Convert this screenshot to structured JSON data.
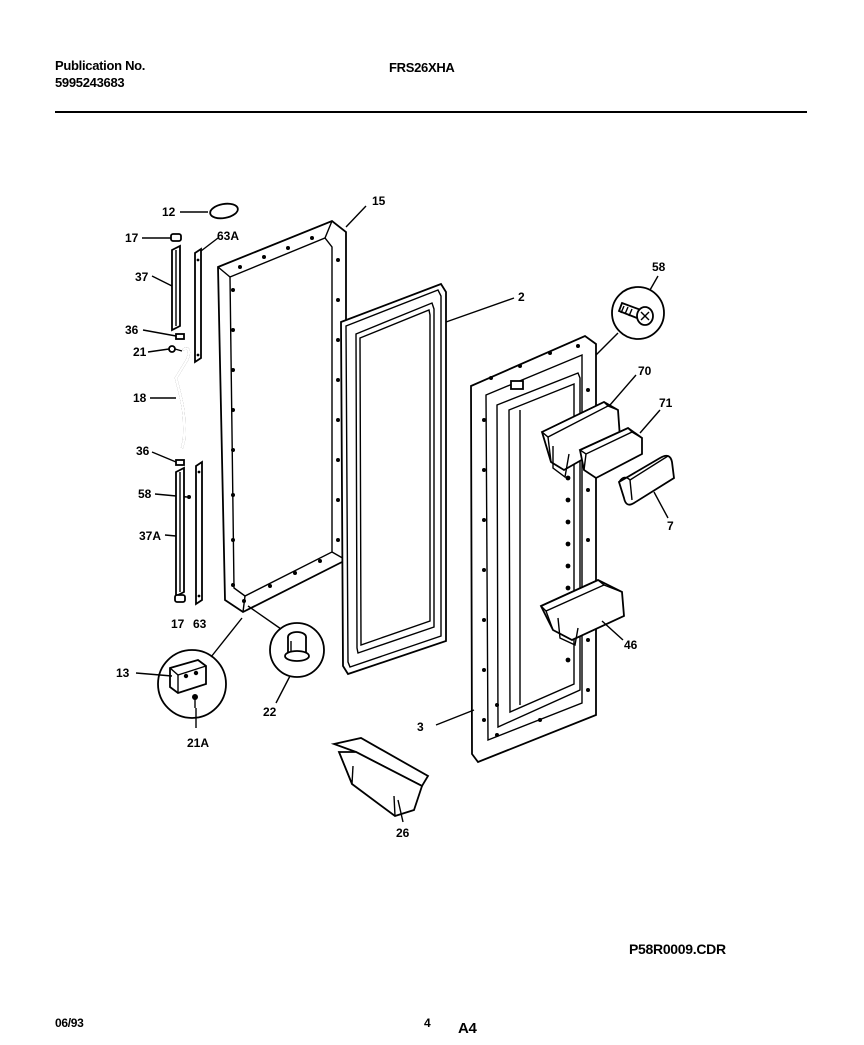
{
  "header": {
    "publication_label": "Publication No.",
    "publication_number": "5995243683",
    "model": "FRS26XHA"
  },
  "footer": {
    "date": "06/93",
    "page": "4",
    "section": "A4",
    "drawing_file": "P58R0009.CDR"
  },
  "callouts": {
    "c12": "12",
    "c15": "15",
    "c17a": "17",
    "c63a": "63A",
    "c37": "37",
    "c36a": "36",
    "c21": "21",
    "c18": "18",
    "c36b": "36",
    "c58a": "58",
    "c37a": "37A",
    "c17b": "17",
    "c63": "63",
    "c13": "13",
    "c21a": "21A",
    "c22": "22",
    "c2": "2",
    "c58b": "58",
    "c70": "70",
    "c71": "71",
    "c7": "7",
    "c46": "46",
    "c3": "3",
    "c26": "26"
  }
}
